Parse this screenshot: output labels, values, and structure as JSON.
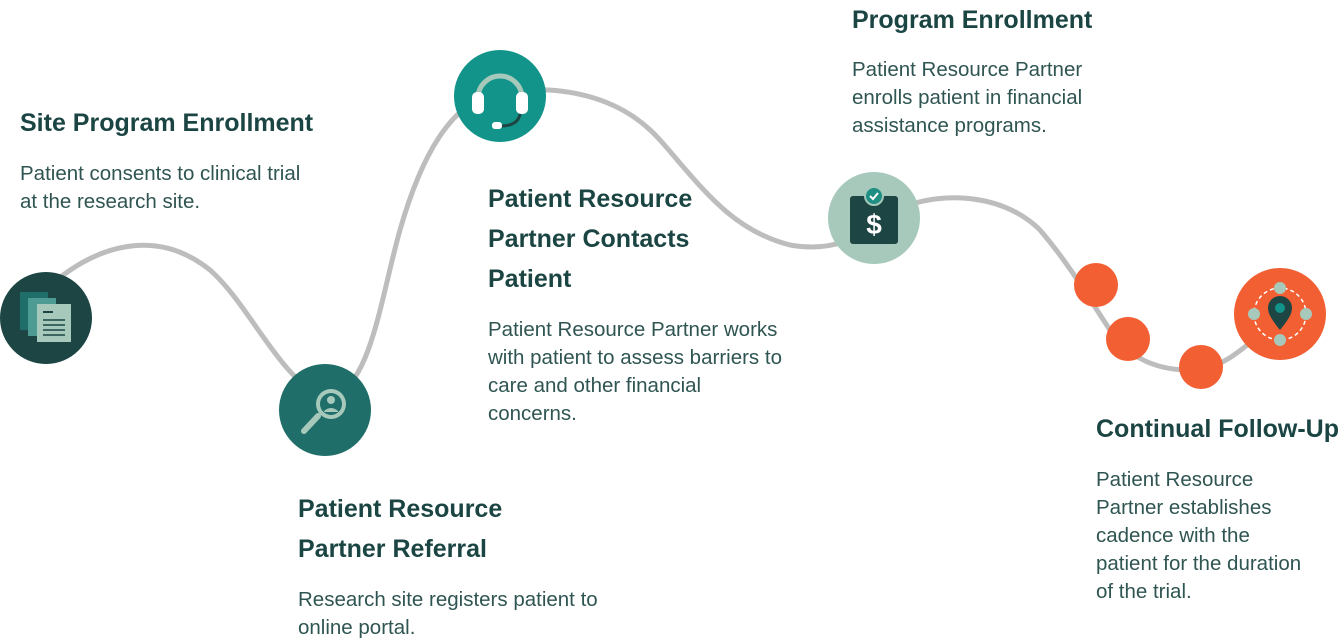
{
  "steps": [
    {
      "title": "Site Program Enrollment",
      "description": "Patient consents to clinical trial at the research site.",
      "icon": "documents-icon",
      "color": "#1c4543"
    },
    {
      "title": "Patient Resource Partner Referral",
      "description": "Research site registers patient to online portal.",
      "icon": "magnifier-person-icon",
      "color": "#1f6e6a"
    },
    {
      "title": "Patient Resource Partner Contacts Patient",
      "description": "Patient Resource Partner works with patient to assess barriers to care and other financial concerns.",
      "icon": "headset-icon",
      "color": "#13948a"
    },
    {
      "title": "Program Enrollment",
      "description": "Patient Resource Partner enrolls patient in financial assistance programs.",
      "icon": "dollar-clipboard-icon",
      "color": "#a7c9bb"
    },
    {
      "title": "Continual Follow-Up",
      "description": "Patient Resource Partner establishes cadence with the patient for the duration of the trial.",
      "icon": "location-pin-icon",
      "color": "#f25f33"
    }
  ],
  "path": {
    "stroke_color": "#bdbdbd",
    "dot_color": "#f25f33"
  }
}
